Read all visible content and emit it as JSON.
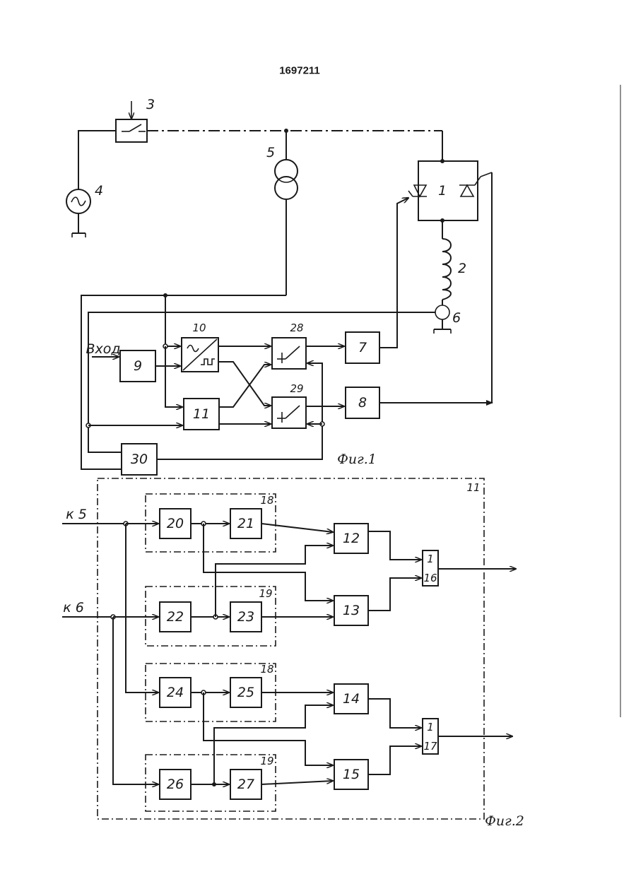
{
  "doc_number": "1697211",
  "fig1": {
    "caption": "Фиг.1",
    "input_label": "Вход",
    "labels": {
      "b1": "1",
      "b2": "2",
      "b3": "3",
      "b4": "4",
      "b5": "5",
      "b6": "6",
      "b7": "7",
      "b8": "8",
      "b9": "9",
      "b10": "10",
      "b11": "11",
      "b28": "28",
      "b29": "29",
      "b30": "30"
    }
  },
  "fig2": {
    "caption": "Фиг.2",
    "frame_label": "11",
    "input_5": "к 5",
    "input_6": "к 6",
    "labels": {
      "b12": "12",
      "b13": "13",
      "b14": "14",
      "b15": "15",
      "g16": "16",
      "g16_top": "1",
      "g17": "17",
      "g17_top": "1",
      "grp18a": "18",
      "grp19a": "19",
      "grp18b": "18",
      "grp19b": "19",
      "b20": "20",
      "b21": "21",
      "b22": "22",
      "b23": "23",
      "b24": "24",
      "b25": "25",
      "b26": "26",
      "b27": "27"
    }
  }
}
